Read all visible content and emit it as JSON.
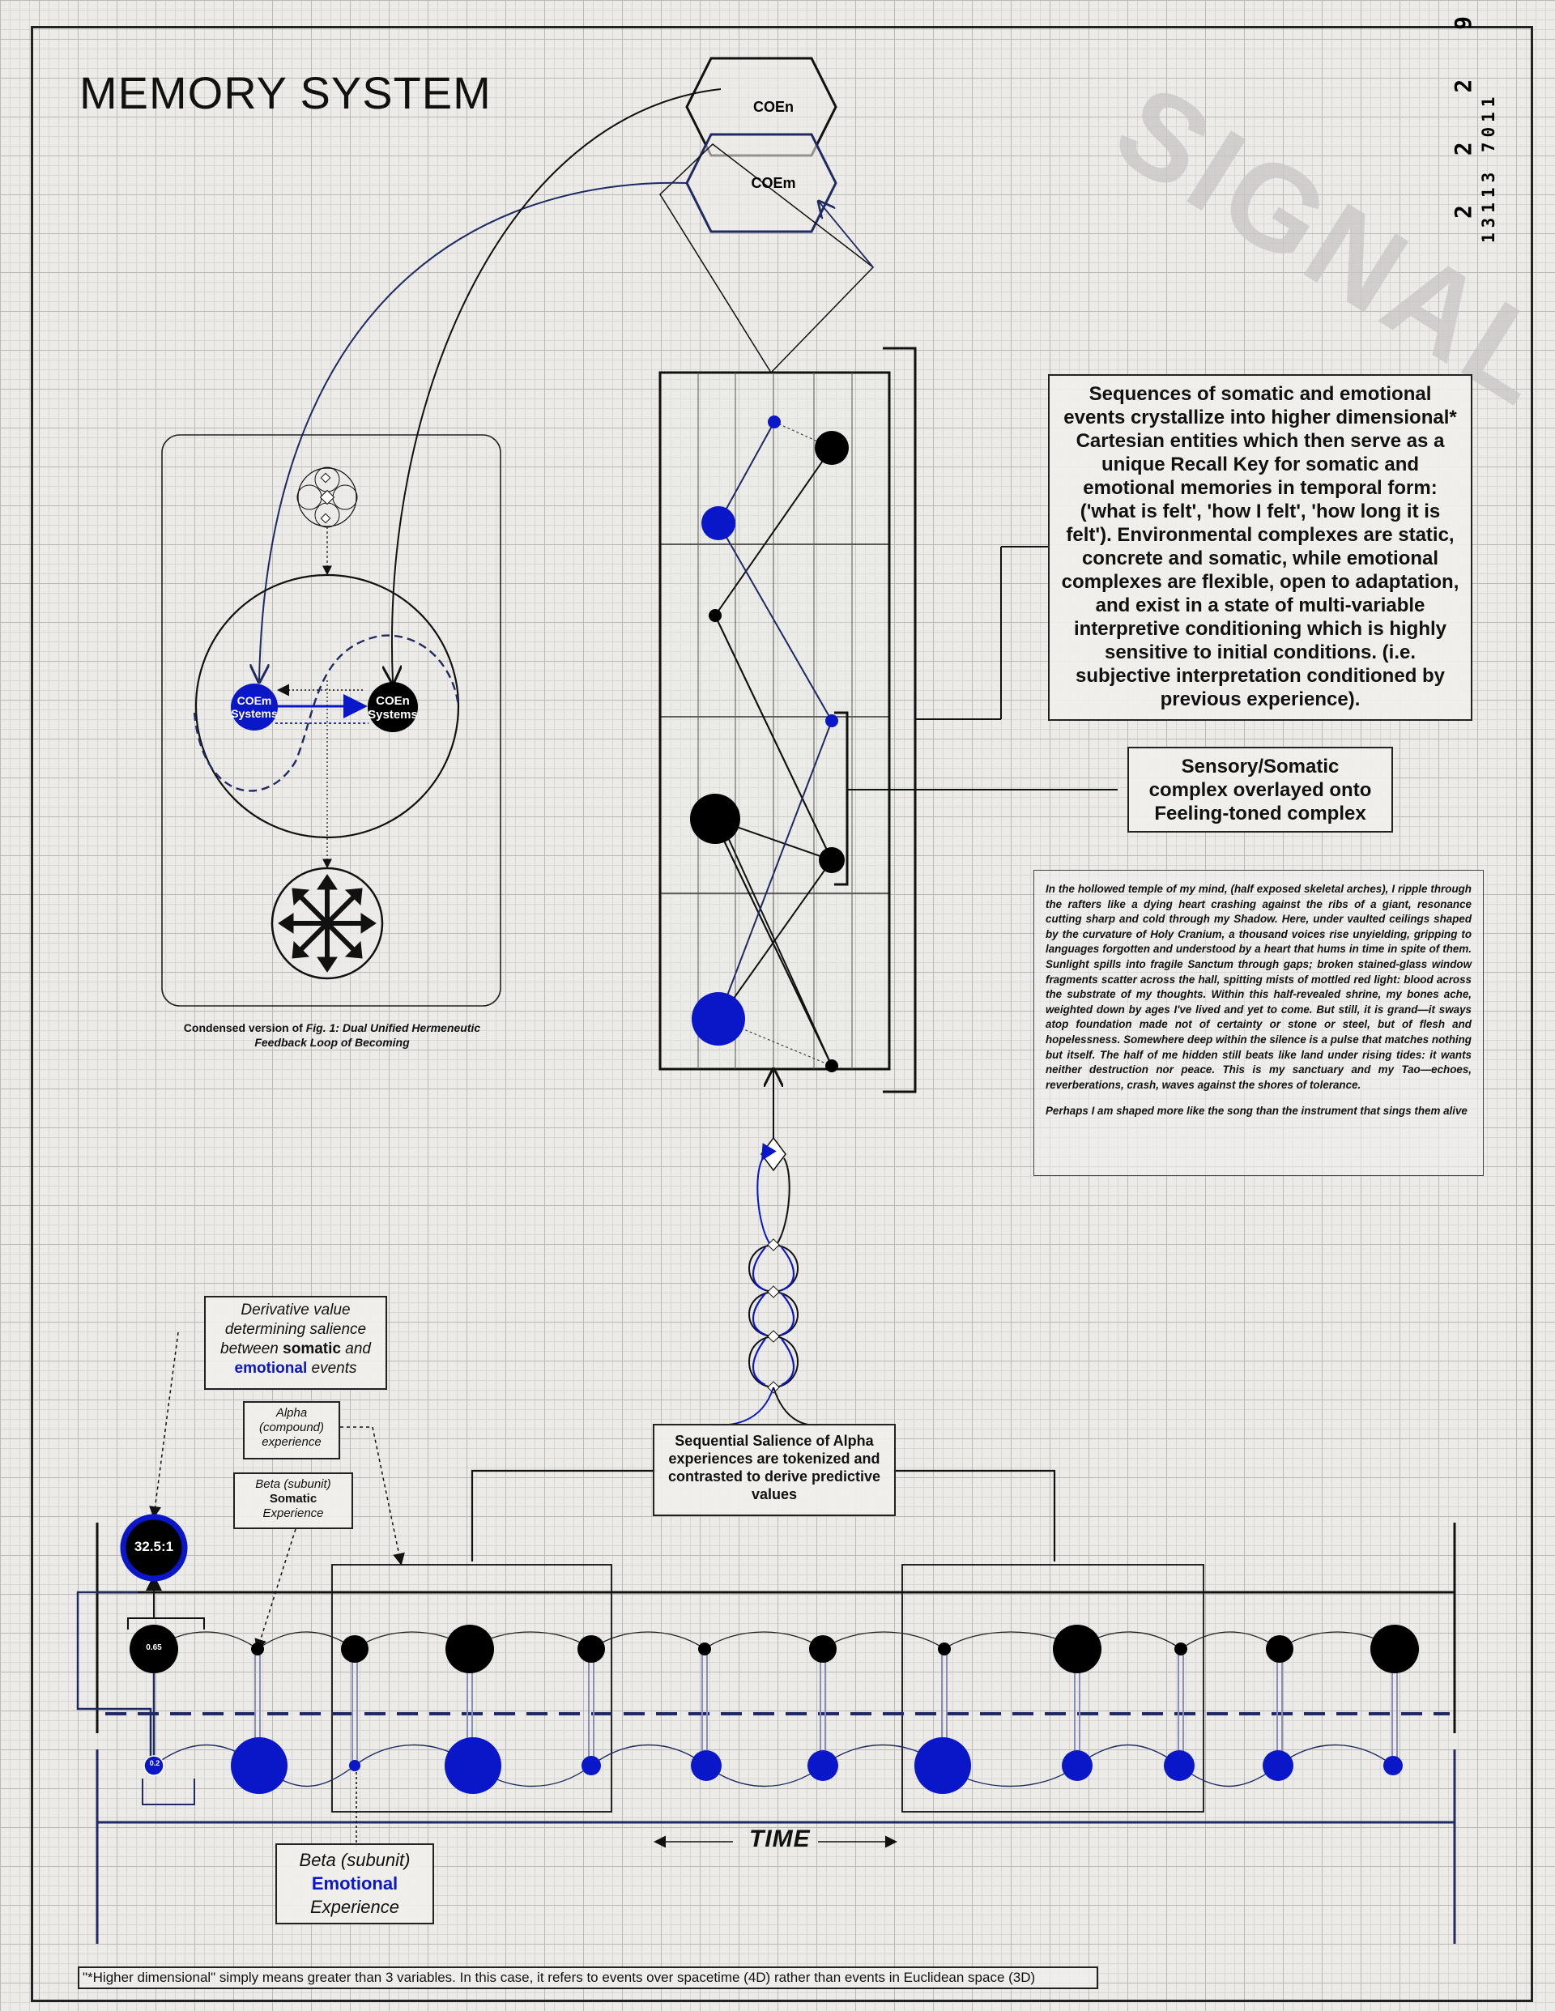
{
  "title": "MEMORY SYSTEM",
  "watermark": "SIGNAL",
  "corner_code": {
    "line1": "13113 7011",
    "line2": "2 2 2 9"
  },
  "hexagons": {
    "top": "COEn",
    "bottom": "COEm"
  },
  "inner_diagram": {
    "coem_line1": "COEm",
    "coem_line2": "Systems",
    "coen_line1": "COEn",
    "coen_line2": "Systems",
    "caption_prefix": "Condensed version of ",
    "caption_figure": "Fig. 1: Dual Unified Hermeneutic Feedback Loop of Becoming"
  },
  "description_box": "Sequences of somatic and emotional events crystallize into higher dimensional* Cartesian entities which then serve as a unique Recall Key for somatic and emotional memories in temporal form: ('what is felt', 'how I felt', 'how long it is felt'). Environmental complexes are static, concrete and somatic, while emotional complexes are flexible, open to adaptation, and exist in a state of multi-variable interpretive conditioning which is highly sensitive to initial conditions. (i.e. subjective interpretation conditioned by previous experience).",
  "overlay_box": "Sensory/Somatic complex overlayed onto Feeling-toned complex",
  "poem": {
    "p1": "In the hollowed temple of my mind, (half exposed skeletal arches), I ripple through the rafters like a dying heart crashing against the ribs of a giant, resonance cutting sharp and cold through my Shadow. Here, under vaulted ceilings shaped by the curvature of Holy Cranium, a thousand voices rise unyielding, gripping to languages forgotten and understood by a heart that hums in time in spite of them. Sunlight spills into fragile Sanctum through gaps;  broken stained-glass window fragments scatter across the hall, spitting mists of mottled red light: blood across the substrate of my thoughts. Within this half-revealed shrine, my bones ache, weighted down by ages I've lived and yet to come. But still, it is grand—it sways atop foundation made not of certainty or stone or steel, but of flesh and hopelessness. Somewhere deep within the silence is a pulse that matches nothing but itself. The half of me hidden still beats like land under rising tides: it wants neither destruction nor peace. This is my sanctuary and my Tao—echoes, reverberations, crash, waves against the shores of tolerance.",
    "p2": "Perhaps I am shaped more like the song than the instrument that sings them alive"
  },
  "derivative_box": {
    "line1": "Derivative value determining salience between ",
    "somatic": "somatic",
    "and": " and ",
    "emotional": "emotional",
    "events": " events"
  },
  "alpha_box": "Alpha (compound) experience",
  "beta_somatic_box": {
    "line1": "Beta (subunit)",
    "line2": "Somatic",
    "line3": "Experience"
  },
  "sequential_box": "Sequential Salience of Alpha experiences are tokenized and contrasted to derive predictive values",
  "ratio_node": "32.5:1",
  "first_black_node": "0.65",
  "first_blue_node": "0.2",
  "beta_emotional_box": {
    "line1": "Beta (subunit)",
    "line2": "Emotional",
    "line3": "Experience"
  },
  "time_label": "TIME",
  "footnote": "\"*Higher dimensional\" simply means greater than 3 variables. In this case, it refers to events over spacetime (4D) rather than events in Euclidean space (3D)",
  "colors": {
    "blue": "#0a17c8",
    "black": "#000000",
    "navy": "#1f2a63"
  },
  "timeline": {
    "somatic_node_sizes": [
      "large",
      "small",
      "medium",
      "large",
      "medium",
      "small",
      "medium",
      "small",
      "large",
      "small",
      "medium",
      "large"
    ],
    "emotional_node_sizes": [
      "small",
      "large",
      "tiny",
      "large",
      "small",
      "medium",
      "medium",
      "large",
      "medium",
      "medium",
      "medium",
      "small"
    ]
  }
}
